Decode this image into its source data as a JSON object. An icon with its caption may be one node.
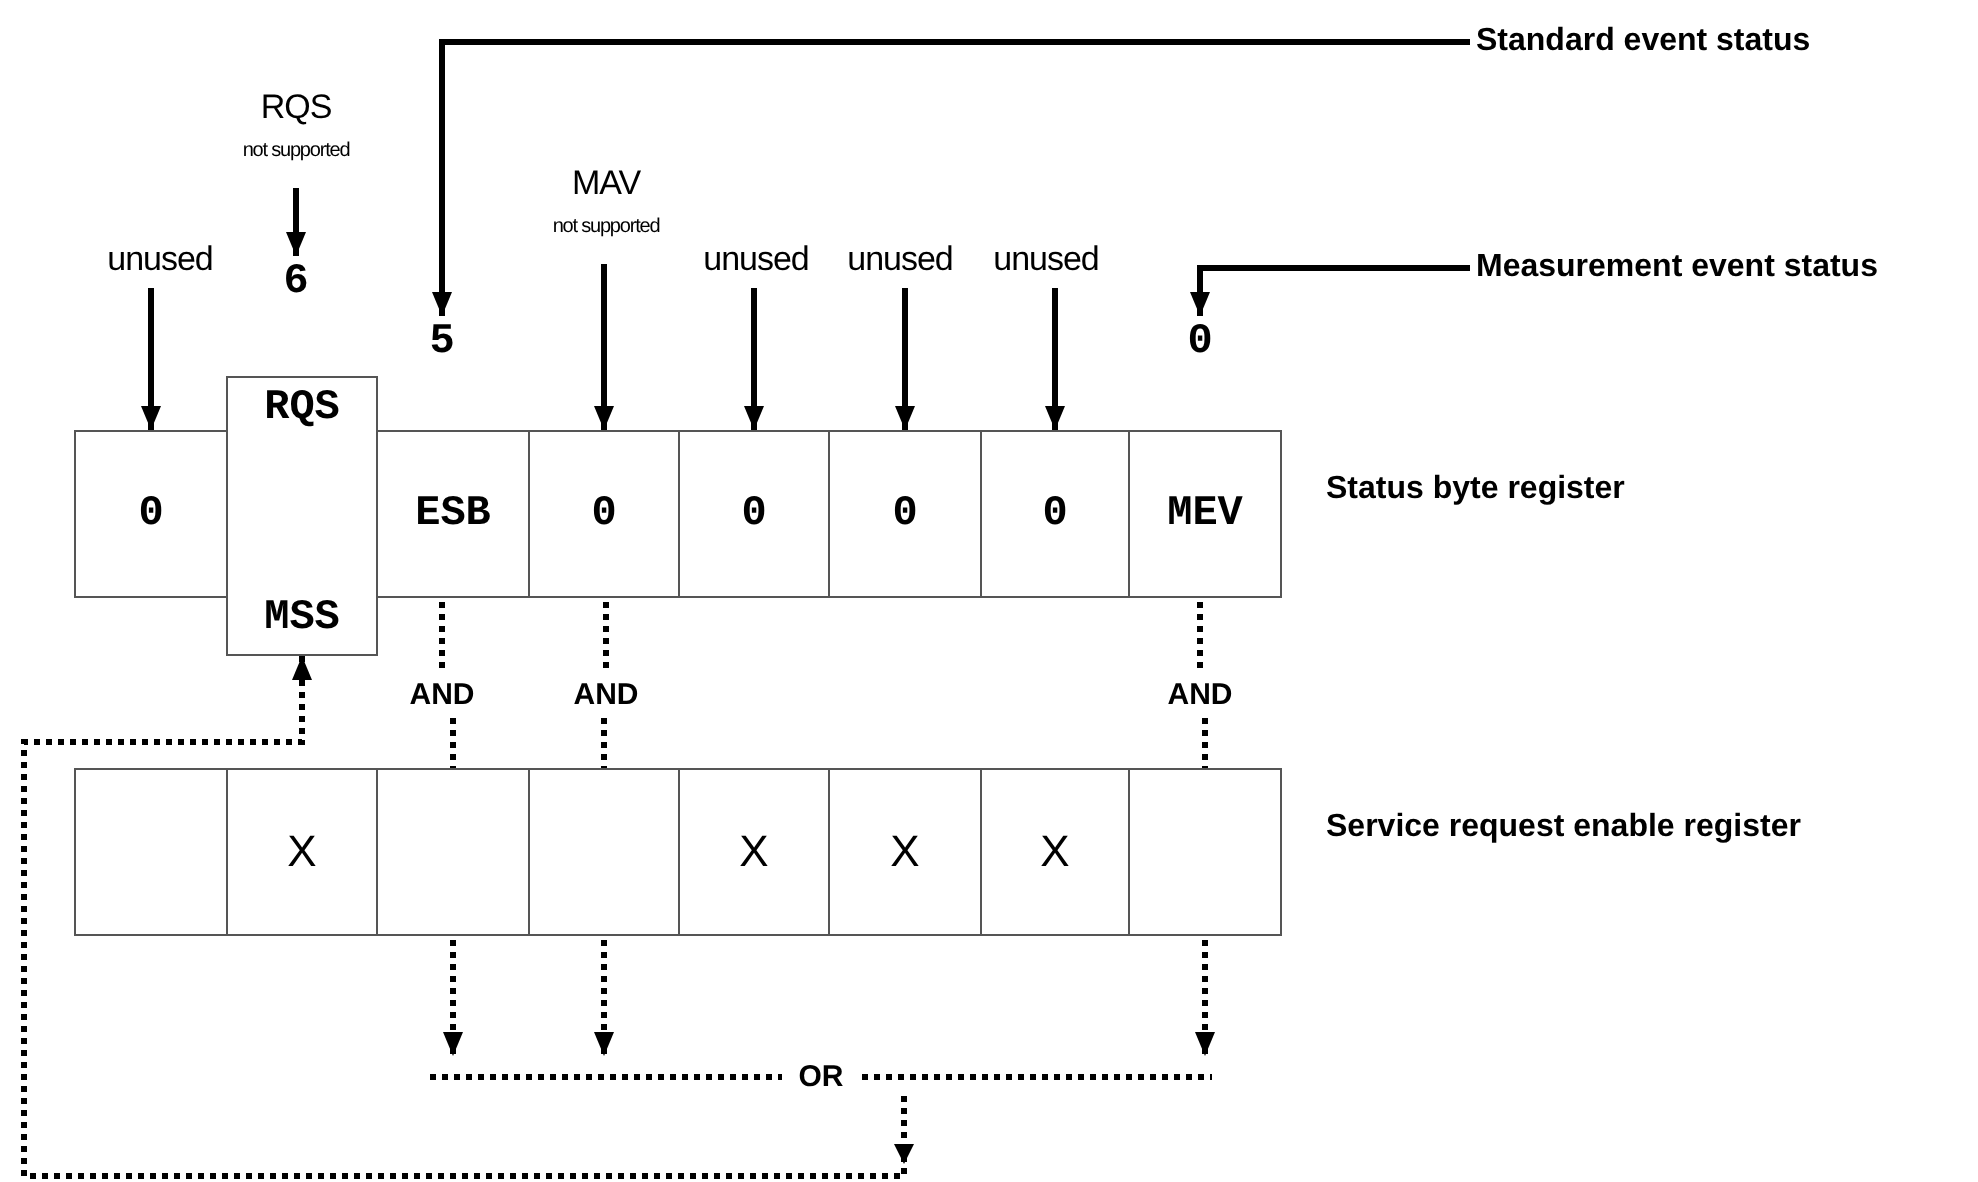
{
  "diagram": {
    "nodes": [
      {
        "text": [
          "Standard event status"
        ]
      },
      {
        "text": [
          "RQS",
          "not supported"
        ]
      },
      {
        "text": [
          "MAV",
          "not supported"
        ]
      },
      {
        "text": [
          "unused"
        ]
      },
      {
        "text": [
          "unused"
        ]
      },
      {
        "text": [
          "unused"
        ]
      },
      {
        "text": [
          "unused"
        ]
      },
      {
        "text": [
          "Measurement event status"
        ]
      },
      {
        "text": [
          "6"
        ]
      },
      {
        "text": [
          "5"
        ]
      },
      {
        "text": [
          "0"
        ]
      },
      {
        "text": [
          "0"
        ]
      },
      {
        "text": [
          "RQS",
          "MSS"
        ]
      },
      {
        "text": [
          "ESB"
        ]
      },
      {
        "text": [
          "0"
        ]
      },
      {
        "text": [
          "0"
        ]
      },
      {
        "text": [
          "0"
        ]
      },
      {
        "text": [
          "0"
        ]
      },
      {
        "text": [
          "MEV"
        ]
      },
      {
        "text": [
          "AND"
        ]
      },
      {
        "text": [
          "AND"
        ]
      },
      {
        "text": [
          "AND"
        ]
      },
      {
        "text": [],
        "shape": "box"
      },
      {
        "text": [
          "X"
        ]
      },
      {
        "text": [],
        "shape": "box"
      },
      {
        "text": [],
        "shape": "box"
      },
      {
        "text": [
          "X"
        ]
      },
      {
        "text": [
          "X"
        ]
      },
      {
        "text": [
          "X"
        ]
      },
      {
        "text": [],
        "shape": "box"
      },
      {
        "text": [
          "OR"
        ]
      }
    ],
    "edges": [
      {
        "from": 0,
        "to": 9,
        "arrow": "to"
      },
      {
        "from": 1,
        "to": 8,
        "arrow": "to"
      },
      {
        "from": 3,
        "to": 11,
        "arrow": "to"
      },
      {
        "from": 2,
        "to": 14,
        "arrow": "to"
      },
      {
        "from": 4,
        "to": 15,
        "arrow": "to"
      },
      {
        "from": 5,
        "to": 16,
        "arrow": "to"
      },
      {
        "from": 6,
        "to": 17,
        "arrow": "to"
      },
      {
        "from": 7,
        "to": 10,
        "arrow": "to"
      },
      {
        "from": 13,
        "to": 19,
        "arrow": "none",
        "style": "dashed"
      },
      {
        "from": 19,
        "to": 24,
        "arrow": "none",
        "style": "dashed"
      },
      {
        "from": 14,
        "to": 20,
        "arrow": "none",
        "style": "dashed"
      },
      {
        "from": 20,
        "to": 25,
        "arrow": "none",
        "style": "dashed"
      },
      {
        "from": 18,
        "to": 21,
        "arrow": "none",
        "style": "dashed"
      },
      {
        "from": 21,
        "to": 29,
        "arrow": "none",
        "style": "dashed"
      },
      {
        "from": 24,
        "to": 30,
        "arrow": "to",
        "style": "dashed"
      },
      {
        "from": 25,
        "to": 30,
        "arrow": "to",
        "style": "dashed"
      },
      {
        "from": 29,
        "to": 30,
        "arrow": "to",
        "style": "dashed"
      },
      {
        "from": 30,
        "to": 12,
        "arrow": "to",
        "style": "dashed"
      }
    ],
    "labels": [
      "Status byte register",
      "Service request enable register"
    ]
  }
}
